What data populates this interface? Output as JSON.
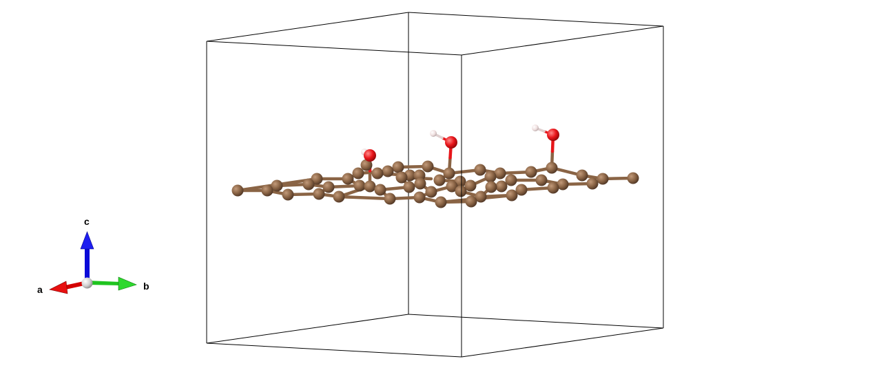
{
  "axes": {
    "a": {
      "label": "a",
      "color": "#d40000"
    },
    "b": {
      "label": "b",
      "color": "#1fc41f"
    },
    "c": {
      "label": "c",
      "color": "#0a0ad8"
    }
  },
  "colors": {
    "carbon": "#8a6445",
    "oxygen": "#e8151a",
    "hydrogen": "#f2e6e6",
    "cell_edge": "#000000",
    "origin": "#cfcfcf"
  }
}
